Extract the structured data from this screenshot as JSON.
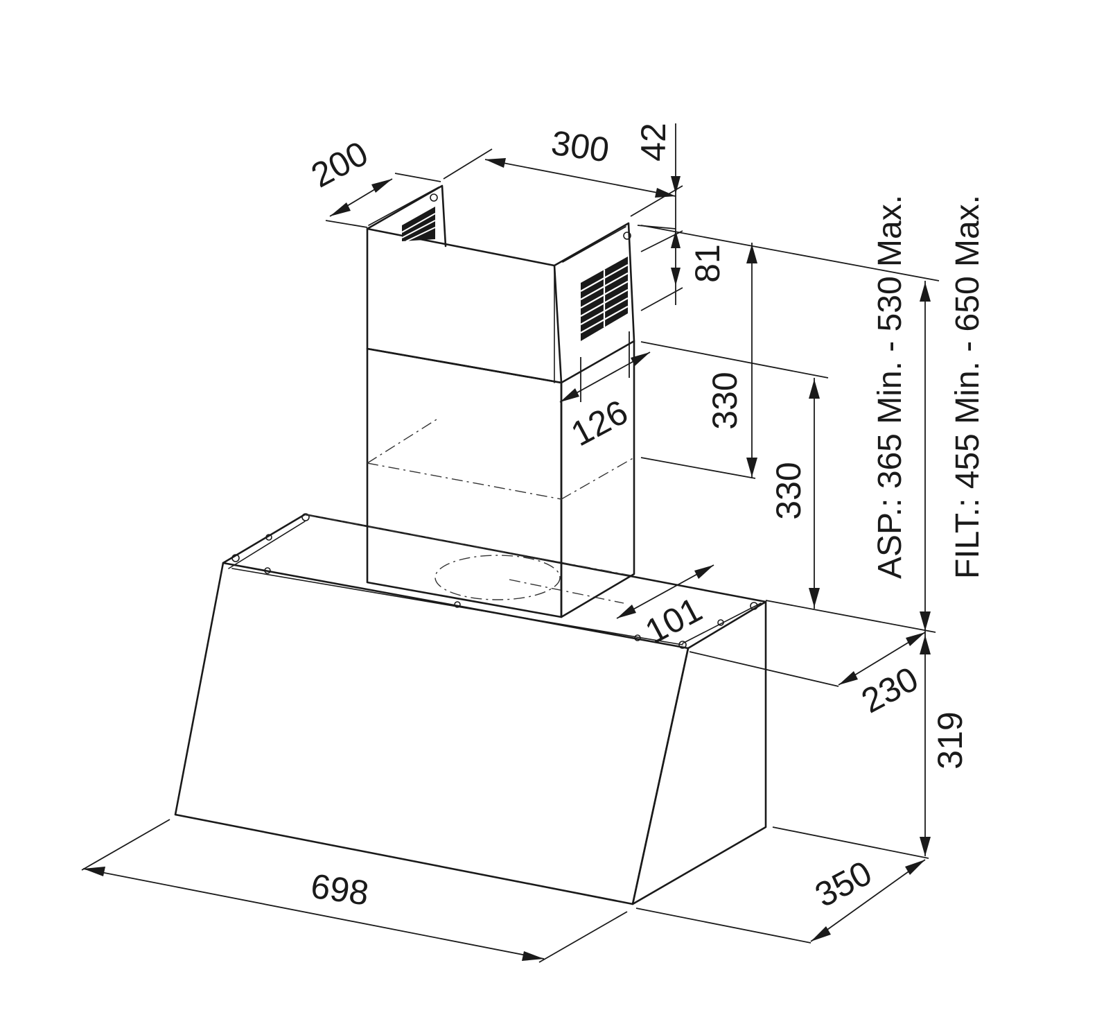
{
  "dimensions": {
    "chimney_depth": "200",
    "chimney_width": "300",
    "top_offset": "42",
    "bracket_offset": "81",
    "chimney_upper_height": "330",
    "chimney_lower_height": "330",
    "chimney_side": "126",
    "outlet_offset": "101",
    "canopy_top_depth": "230",
    "canopy_height": "319",
    "canopy_bottom_depth": "350",
    "canopy_width": "698"
  },
  "notes": {
    "extraction_range": "ASP.: 365 Min. - 530 Max.",
    "filter_range": "FILT.: 455 Min. - 650 Max."
  }
}
